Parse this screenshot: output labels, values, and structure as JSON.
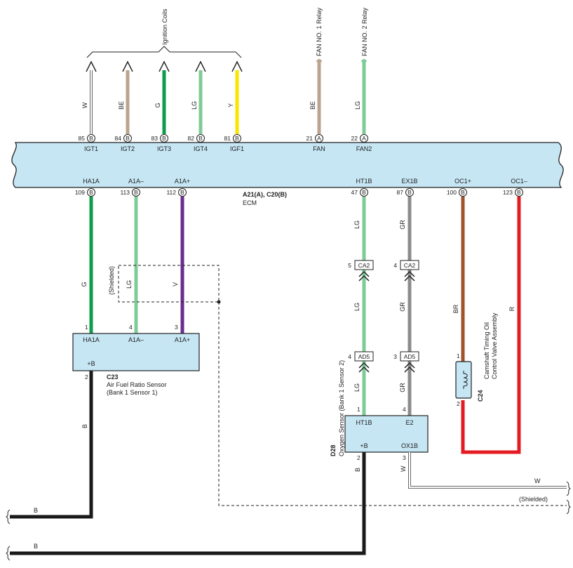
{
  "colors": {
    "W": "#ffffff",
    "BE": "#bba48f",
    "G": "#0f9b4d",
    "LG": "#7fcb98",
    "Y": "#f7e500",
    "V": "#6a2c8f",
    "GR": "#8c8c8c",
    "BR": "#a0522d",
    "R": "#e31b23",
    "B": "#1a1a1a",
    "ecm_fill": "#c6e6f4",
    "line": "#222222"
  },
  "top_group_label": "Ignition Coils",
  "ecm": {
    "name": "A21(A), C20(B)",
    "sub": "ECM"
  },
  "top_pins": [
    {
      "pin": "85",
      "conn": "B",
      "term": "IGT1",
      "wire": "W"
    },
    {
      "pin": "84",
      "conn": "B",
      "term": "IGT2",
      "wire": "BE"
    },
    {
      "pin": "83",
      "conn": "B",
      "term": "IGT3",
      "wire": "G"
    },
    {
      "pin": "82",
      "conn": "B",
      "term": "IGT4",
      "wire": "LG"
    },
    {
      "pin": "81",
      "conn": "B",
      "term": "IGF1",
      "wire": "Y"
    },
    {
      "pin": "21",
      "conn": "A",
      "term": "FAN",
      "wire": "BE",
      "dest": "FAN NO. 1 Relay"
    },
    {
      "pin": "22",
      "conn": "A",
      "term": "FAN2",
      "wire": "LG",
      "dest": "FAN NO. 2 Relay"
    }
  ],
  "bottom_pins": [
    {
      "pin": "109",
      "conn": "B",
      "term": "HA1A",
      "wire": "G"
    },
    {
      "pin": "113",
      "conn": "B",
      "term": "A1A–",
      "wire": "LG"
    },
    {
      "pin": "112",
      "conn": "B",
      "term": "A1A+",
      "wire": "V"
    },
    {
      "pin": "47",
      "conn": "B",
      "term": "HT1B",
      "wire": "LG"
    },
    {
      "pin": "87",
      "conn": "B",
      "term": "EX1B",
      "wire": "GR"
    },
    {
      "pin": "100",
      "conn": "B",
      "term": "OC1+",
      "wire": "BR"
    },
    {
      "pin": "123",
      "conn": "B",
      "term": "OC1–",
      "wire": "R"
    }
  ],
  "shielded_label": "(Shielded)",
  "c23": {
    "id": "C23",
    "name_line1": "Air Fuel Ratio Sensor",
    "name_line2": "(Bank 1 Sensor 1)",
    "pins": [
      {
        "pin": "1",
        "term": "HA1A"
      },
      {
        "pin": "4",
        "term": "A1A–"
      },
      {
        "pin": "3",
        "term": "A1A+"
      }
    ],
    "power_pin": "2",
    "power_term": "+B",
    "ground_wire": "B"
  },
  "junctions": [
    {
      "id": "CA2",
      "pins": [
        "5",
        "4"
      ]
    },
    {
      "id": "AD5",
      "pins": [
        "4",
        "3"
      ]
    }
  ],
  "d28": {
    "id": "D28",
    "name": "Oxygen Sensor (Bank 1 Sensor 2)",
    "pins_top": [
      {
        "pin": "1",
        "term": "HT1B"
      },
      {
        "pin": "4",
        "term": "E2"
      }
    ],
    "pins_bottom": [
      {
        "pin": "2",
        "term": "+B",
        "wire": "B"
      },
      {
        "pin": "3",
        "term": "OX1B",
        "wire": "W"
      }
    ]
  },
  "c24": {
    "id": "C24",
    "name_line1": "Camshaft Timing Oil",
    "name_line2": "Control Valve Assembly",
    "pin_top": "1",
    "pin_bottom": "2"
  },
  "right_labels": {
    "w_out": "W",
    "shielded_out": "(Shielded)"
  },
  "ground_labels": {
    "upper": "B",
    "lower": "B"
  }
}
